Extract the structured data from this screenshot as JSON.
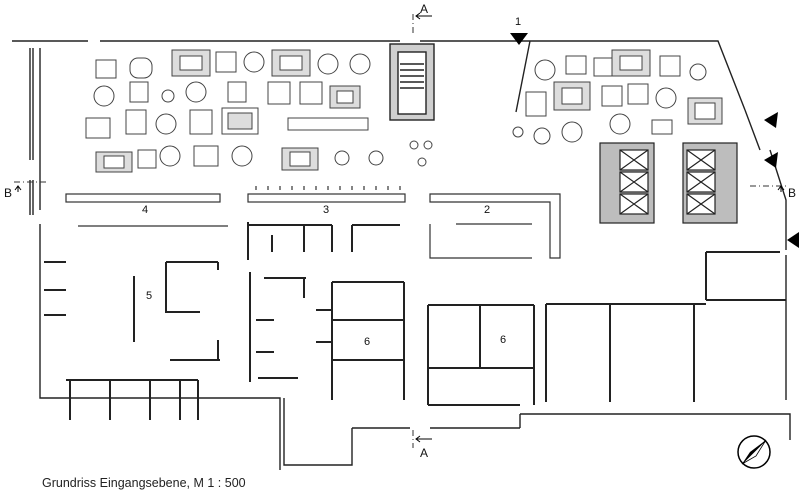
{
  "caption": "Grundriss Eingangsebene, M 1 : 500",
  "section_marks": {
    "a_top": "A",
    "a_bottom": "A",
    "b_left": "B",
    "b_right": "B"
  },
  "room_numbers": {
    "r1": "1",
    "r2": "2",
    "r3": "3",
    "r4": "4",
    "r5": "5",
    "r6a": "6",
    "r6b": "6"
  },
  "icons": [
    "north-arrow-icon",
    "entrance-triangle-icon",
    "section-arrow-icon"
  ]
}
